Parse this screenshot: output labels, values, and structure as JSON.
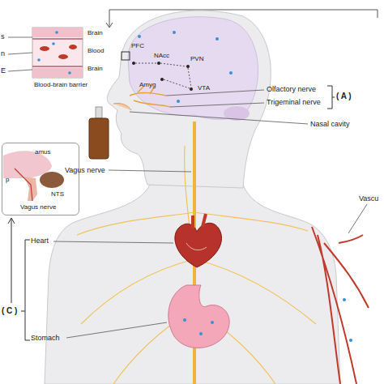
{
  "diagram": {
    "nodes": [
      {
        "text": [
          "Brain",
          "Blood",
          "Brain",
          "Blood-brain barrier"
        ]
      },
      {
        "text": [
          "amus",
          "p",
          "NTS",
          "Vagus nerve"
        ]
      }
    ],
    "labels": [
      "s",
      "n",
      "E",
      "PFC",
      "NAcc",
      "PVN",
      "Amyg",
      "VTA",
      "Olfactory nerve",
      "Trigeminal nerve",
      "( A )",
      "Nasal cavity",
      "Vagus nerve",
      "Vascu",
      "Heart",
      "( C )",
      "Stomach"
    ]
  }
}
